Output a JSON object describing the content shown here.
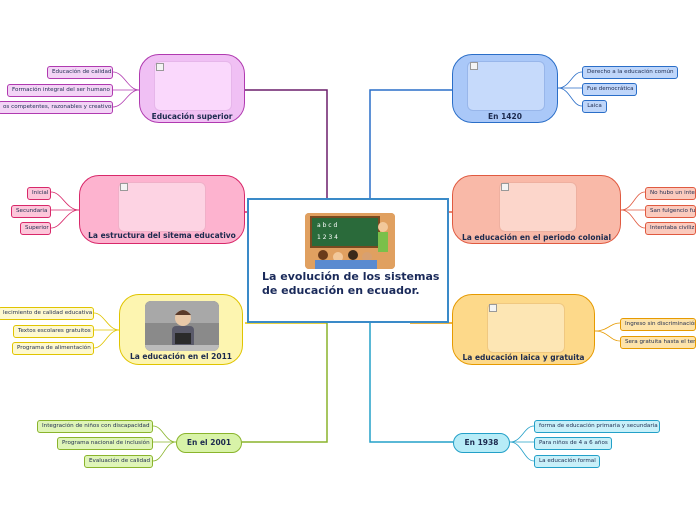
{
  "center": {
    "title": "La evolución de los sistemas de educación en ecuador."
  },
  "topics": {
    "superior": {
      "label": "Educación superior",
      "color": "#b03ab0",
      "fill": "#f0c0f4",
      "items": [
        "Educación de calidad",
        "Formación integral del ser humano",
        "os competentes, razonables y creativos"
      ]
    },
    "estructura": {
      "label": "La estructura del sitema educativo",
      "color": "#d8286a",
      "fill": "#fdb3cf",
      "items": [
        "Inicial",
        "Secundaria",
        "Superior"
      ]
    },
    "e2011": {
      "label": "La educación en el 2011",
      "color": "#e0c400",
      "fill": "#fdf5b0",
      "items": [
        "lecimiento de calidad educativa",
        "Textos escolares gratuitos",
        "Programa de alimentación"
      ]
    },
    "e2001": {
      "label": "En el 2001",
      "color": "#8ab42c",
      "fill": "#d8f3a8",
      "items": [
        "Integración de niños con discapacidad",
        "Programa nacional de inclusión",
        "Evaluación de calidad"
      ]
    },
    "e1420": {
      "label": "En 1420",
      "color": "#2a6ec8",
      "fill": "#aac8f8",
      "items": [
        "Derecho a la educación común",
        "Fue democrática",
        "Laica"
      ]
    },
    "colonial": {
      "label": "La educación en el periodo colonial",
      "color": "#e05a40",
      "fill": "#f9b9a8",
      "items": [
        "No hubo un inte",
        "San fulgencio fu",
        "Intentaba civiliz"
      ]
    },
    "laica": {
      "label": "La educación laica y gratuita",
      "color": "#e69a00",
      "fill": "#fdd98a",
      "items": [
        "Ingreso sin discriminación",
        "Sera gratuita hasta el ter"
      ]
    },
    "e1938": {
      "label": "En 1938",
      "color": "#23a0c8",
      "fill": "#b7ecf7",
      "items": [
        "forma de educación primaria y secundaria",
        "Para niños de 4 a 6 años",
        "La educación formal"
      ]
    }
  },
  "board_text": {
    "line1": "a  b  c  d",
    "line2": "1  2  3  4"
  }
}
